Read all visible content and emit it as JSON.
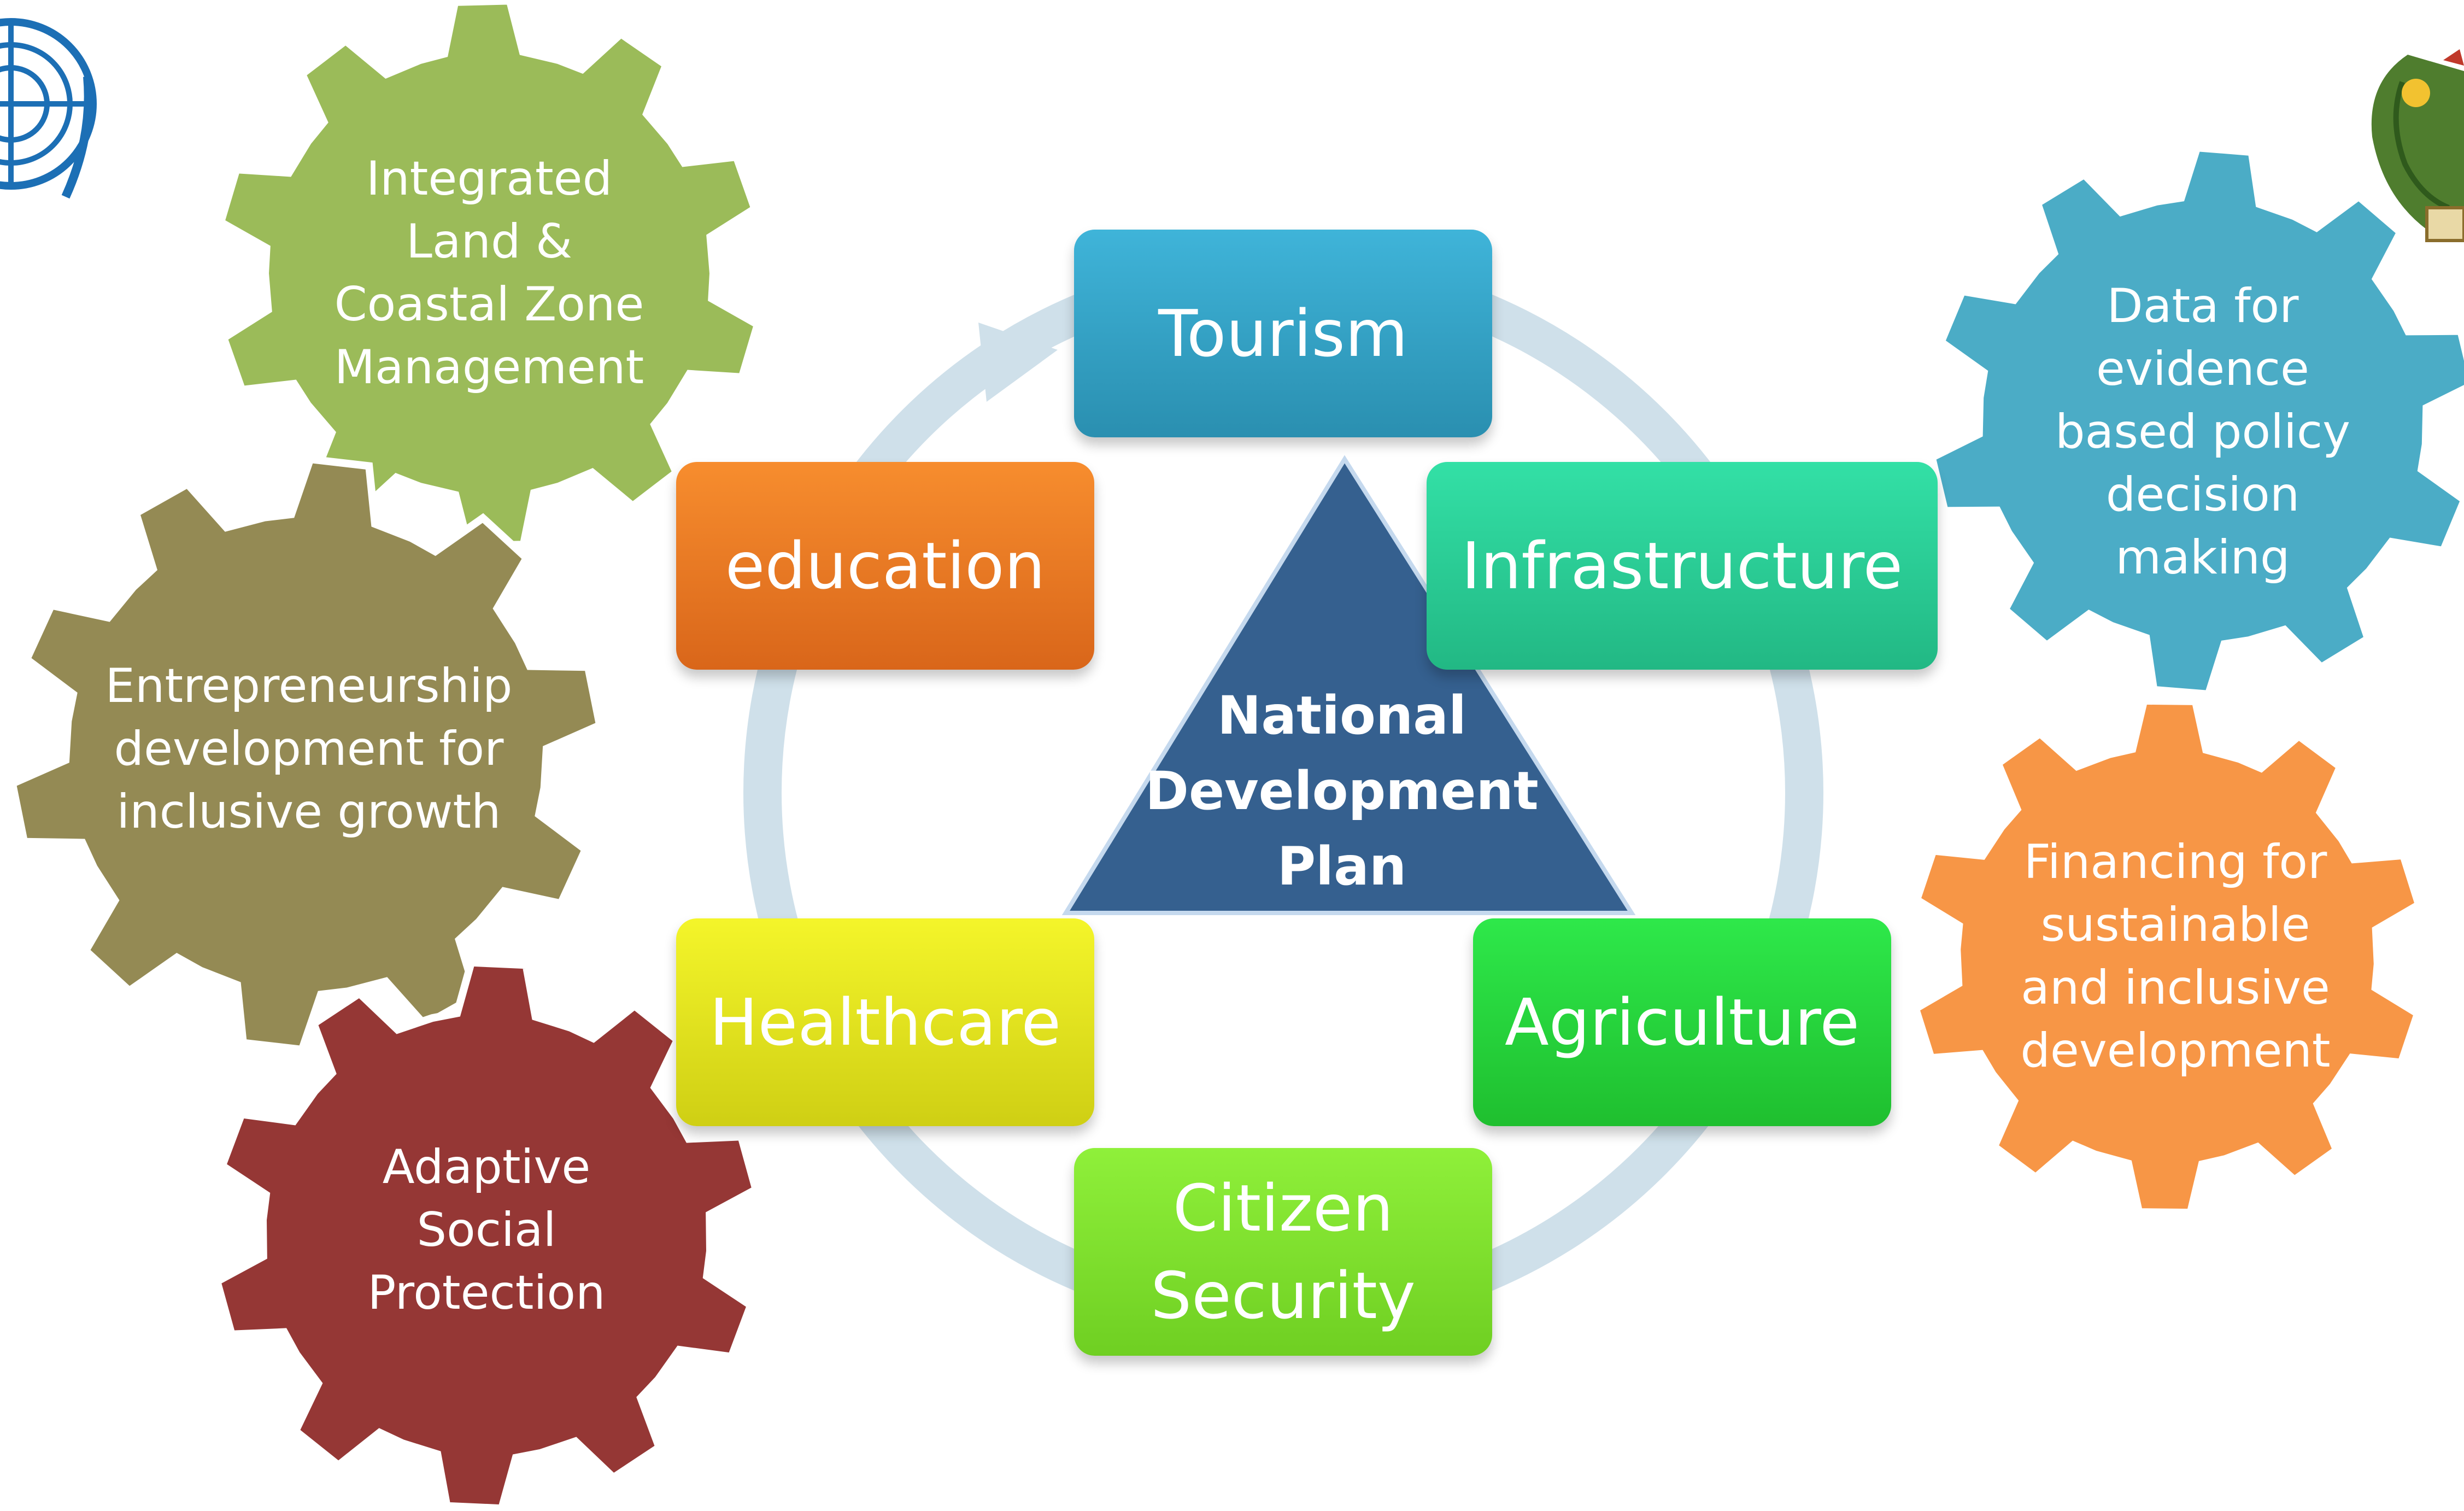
{
  "gears": [
    {
      "id": "land-coastal",
      "label": "Integrated\nLand  &\nCoastal  Zone\nManagement",
      "color": "#9bbb59"
    },
    {
      "id": "entrepreneurship",
      "label": "Entrepreneurship\ndevelopment for\ninclusive growth",
      "color": "#948a54"
    },
    {
      "id": "social-protection",
      "label": "Adaptive\nSocial\nProtection",
      "color": "#953735"
    },
    {
      "id": "data-policy",
      "label": "Data for\nevidence\nbased policy\ndecision\nmaking",
      "color": "#4bacc6"
    },
    {
      "id": "financing",
      "label": "Financing for\nsustainable\nand inclusive\ndevelopment",
      "color": "#f79646"
    }
  ],
  "sectors": [
    {
      "id": "tourism",
      "label": "Tourism",
      "color_top": "#3fb4d9",
      "color_bottom": "#2a8fb0"
    },
    {
      "id": "infrastructure",
      "label": "Infrastructure",
      "color_top": "#33e0a6",
      "color_bottom": "#22b884"
    },
    {
      "id": "agriculture",
      "label": "Agriculture",
      "color_top": "#2ee84a",
      "color_bottom": "#1fbf2f"
    },
    {
      "id": "citizen-security",
      "label": "Citizen\nSecurity",
      "color_top": "#8ff03a",
      "color_bottom": "#6fcf22"
    },
    {
      "id": "healthcare",
      "label": "Healthcare",
      "color_top": "#f4f52a",
      "color_bottom": "#cfcf14"
    },
    {
      "id": "education",
      "label": "education",
      "color_top": "#f78d2e",
      "color_bottom": "#d9661a"
    }
  ],
  "center": {
    "label": "National\nDevelopment\nPlan",
    "color": "#35608f"
  },
  "cycle_color": "#cfe0ea",
  "logos": {
    "left": "un-emblem-logo",
    "right": "coat-of-arms-logo"
  }
}
